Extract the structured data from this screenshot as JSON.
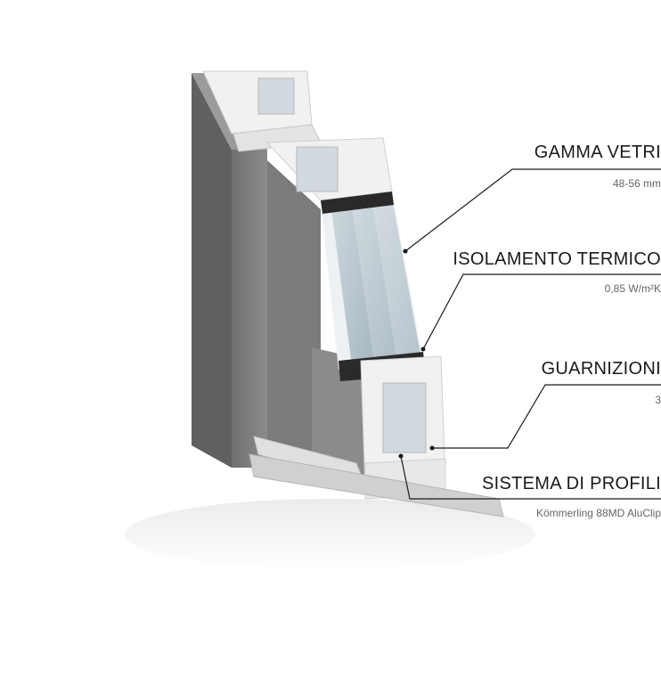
{
  "labels": [
    {
      "title": "GAMMA VETRI",
      "value": "48-56 mm"
    },
    {
      "title": "ISOLAMENTO TERMICO",
      "value": "0,85 W/m²K"
    },
    {
      "title": "GUARNIZIONI",
      "value": "3"
    },
    {
      "title": "SISTEMA DI PROFILI",
      "value": "Kömmerling 88MD AluClip"
    }
  ],
  "colors": {
    "frame_grey": "#7d7f7d",
    "frame_dark": "#5e605e",
    "pvc_white": "#f1f1f1",
    "insulation": "#d3d9e0",
    "glass": "#b9c7cf",
    "leader": "#1a1a1a"
  }
}
